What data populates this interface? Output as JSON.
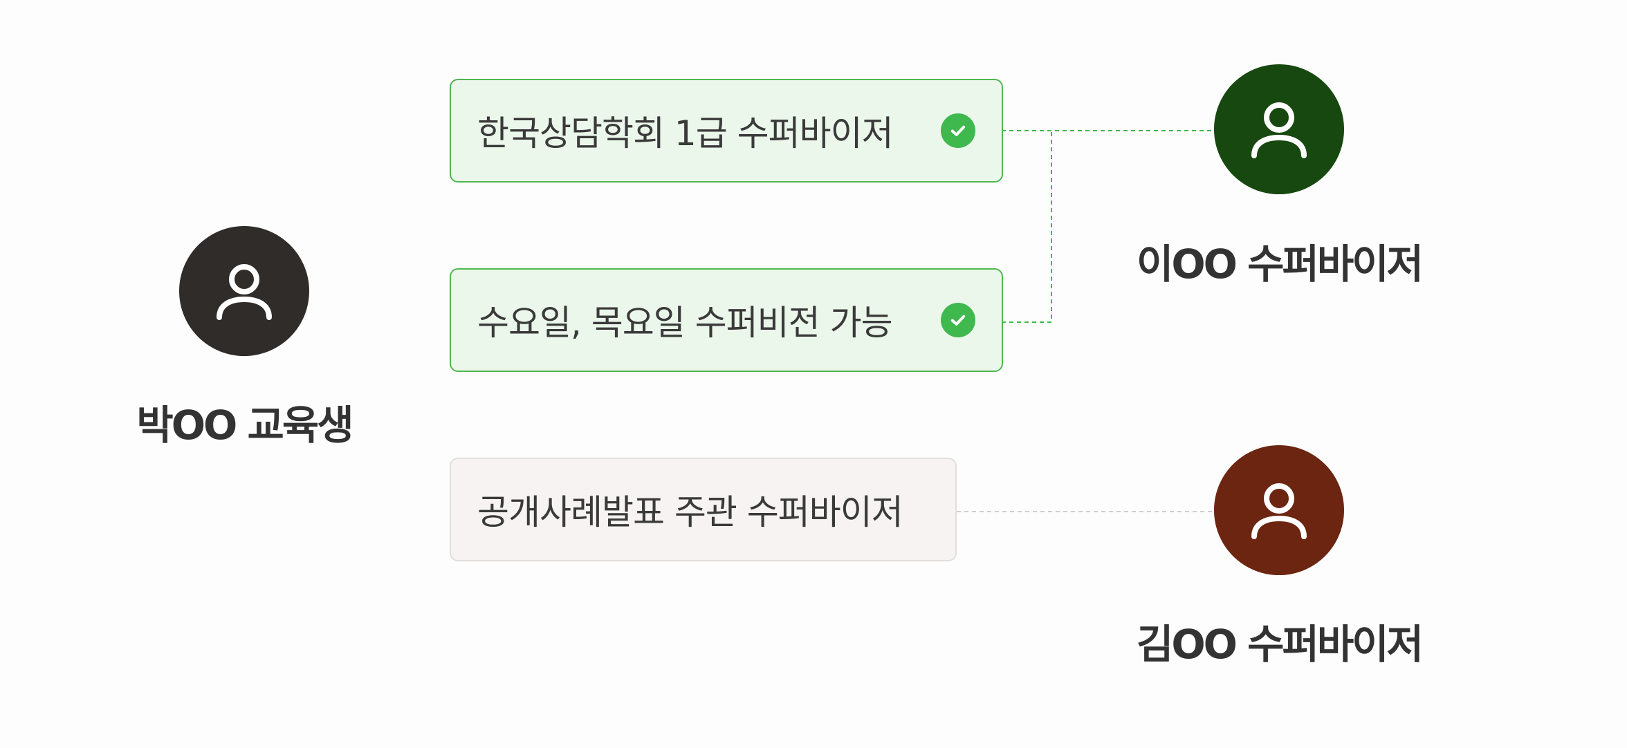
{
  "trainee": {
    "name": "박OO 교육생",
    "color": "#302c29",
    "icon": "user-icon"
  },
  "supervisors": [
    {
      "name": "이OO 수퍼바이저",
      "color": "#17480f",
      "icon": "user-icon"
    },
    {
      "name": "김OO 수퍼바이저",
      "color": "#6b2510",
      "icon": "user-icon"
    }
  ],
  "criteria": [
    {
      "label": "한국상담학회 1급 수퍼바이저",
      "matched": true,
      "icon": "check-circle-icon"
    },
    {
      "label": "수요일, 목요일 수퍼비전 가능",
      "matched": true,
      "icon": "check-circle-icon"
    },
    {
      "label": "공개사례발표 주관 수퍼바이저",
      "matched": false
    }
  ],
  "colors": {
    "match": "#3fb84d",
    "match_border": "#4fb74f",
    "match_bg": "#ecf7ec",
    "neutral_bg": "#f6f3f2",
    "neutral_line": "#cfcfcf"
  }
}
